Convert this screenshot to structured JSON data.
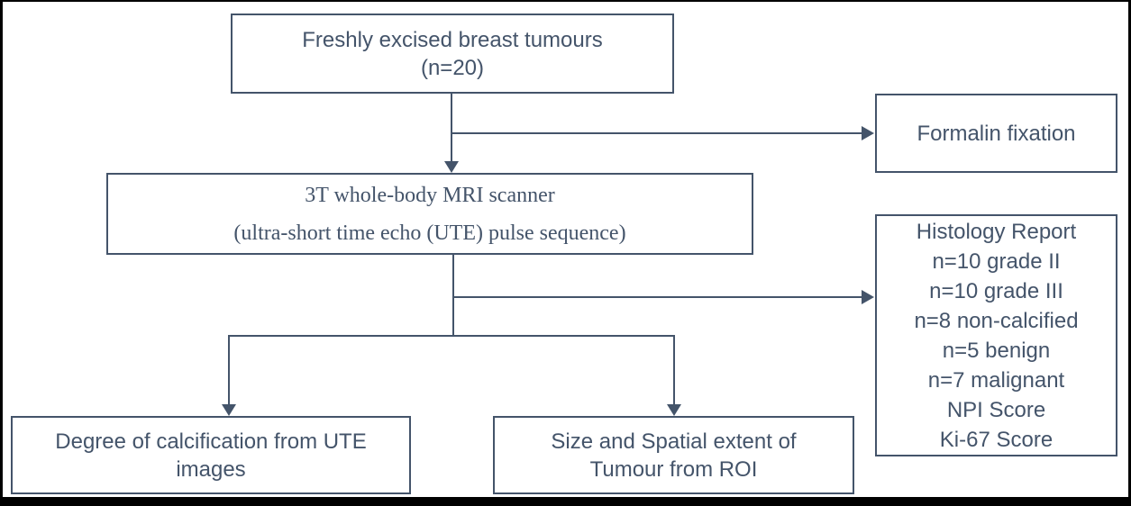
{
  "figure": {
    "type": "flowchart",
    "background_color": "#ffffff",
    "frame_color": "#000000",
    "node_border_color": "#44546A",
    "text_color": "#44546A",
    "arrow_color": "#44546A"
  },
  "nodes": {
    "top": {
      "lines": [
        "Freshly excised breast tumours",
        "(n=20)"
      ]
    },
    "formalin": {
      "label": "Formalin fixation"
    },
    "mri": {
      "lines": [
        "3T whole-body MRI scanner",
        "(ultra-short time echo (UTE) pulse sequence)"
      ]
    },
    "histology": {
      "lines": [
        "Histology Report",
        "n=10 grade II",
        "n=10 grade III",
        "n=8 non-calcified",
        "n=5 benign",
        "n=7 malignant",
        "NPI Score",
        "Ki-67 Score"
      ]
    },
    "calcification": {
      "lines": [
        "Degree of calcification from UTE",
        "images"
      ]
    },
    "size": {
      "lines": [
        "Size and Spatial extent of",
        "Tumour from ROI"
      ]
    }
  },
  "edges": [
    {
      "from": "freshly-excised-breast-tumours",
      "to": "3t-whole-body-mri-scanner",
      "style": "arrow-down"
    },
    {
      "from": "freshly-excised-breast-tumours",
      "to": "formalin-fixation",
      "style": "arrow-right-branch"
    },
    {
      "from": "3t-whole-body-mri-scanner",
      "to": "histology-report",
      "style": "arrow-right-branch"
    },
    {
      "from": "3t-whole-body-mri-scanner",
      "to": "degree-of-calcification",
      "style": "arrow-down-branch"
    },
    {
      "from": "3t-whole-body-mri-scanner",
      "to": "size-and-spatial-extent",
      "style": "arrow-down-branch"
    }
  ]
}
